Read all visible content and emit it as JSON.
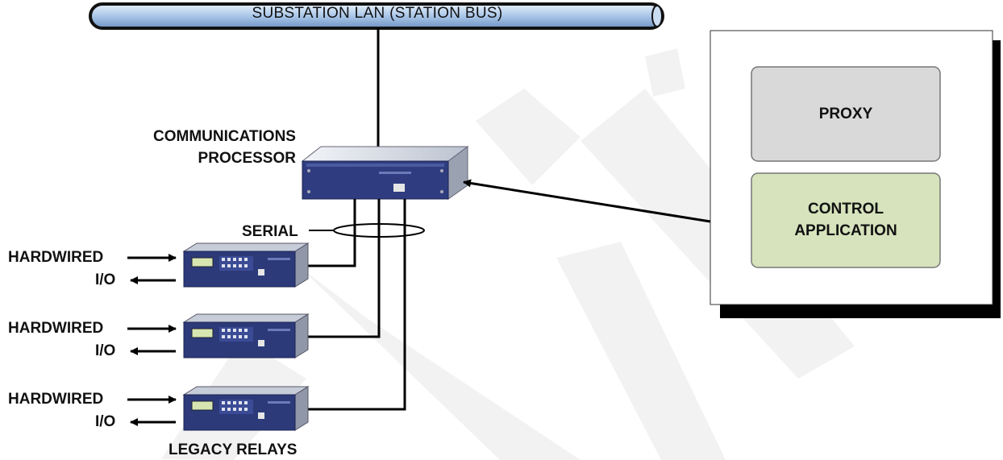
{
  "bus": {
    "label": "SUBSTATION LAN (STATION BUS)"
  },
  "processor": {
    "label_line1": "COMMUNICATIONS",
    "label_line2": "PROCESSOR"
  },
  "serial": {
    "label": "SERIAL"
  },
  "relays": [
    {
      "input_label": "HARDWIRED",
      "output_label": "I/O"
    },
    {
      "input_label": "HARDWIRED",
      "output_label": "I/O"
    },
    {
      "input_label": "HARDWIRED",
      "output_label": "I/O"
    }
  ],
  "legacy": {
    "label": "LEGACY RELAYS"
  },
  "host": {
    "proxy_label": "PROXY",
    "control_line1": "CONTROL",
    "control_line2": "APPLICATION"
  },
  "colors": {
    "bus_fill": "#a9c6e8",
    "device_body": "#2c3a7a",
    "device_front": "#d9dde6",
    "proxy_fill": "#d9d9d9",
    "control_fill": "#d6e3bc",
    "watermark": "#ececec"
  }
}
